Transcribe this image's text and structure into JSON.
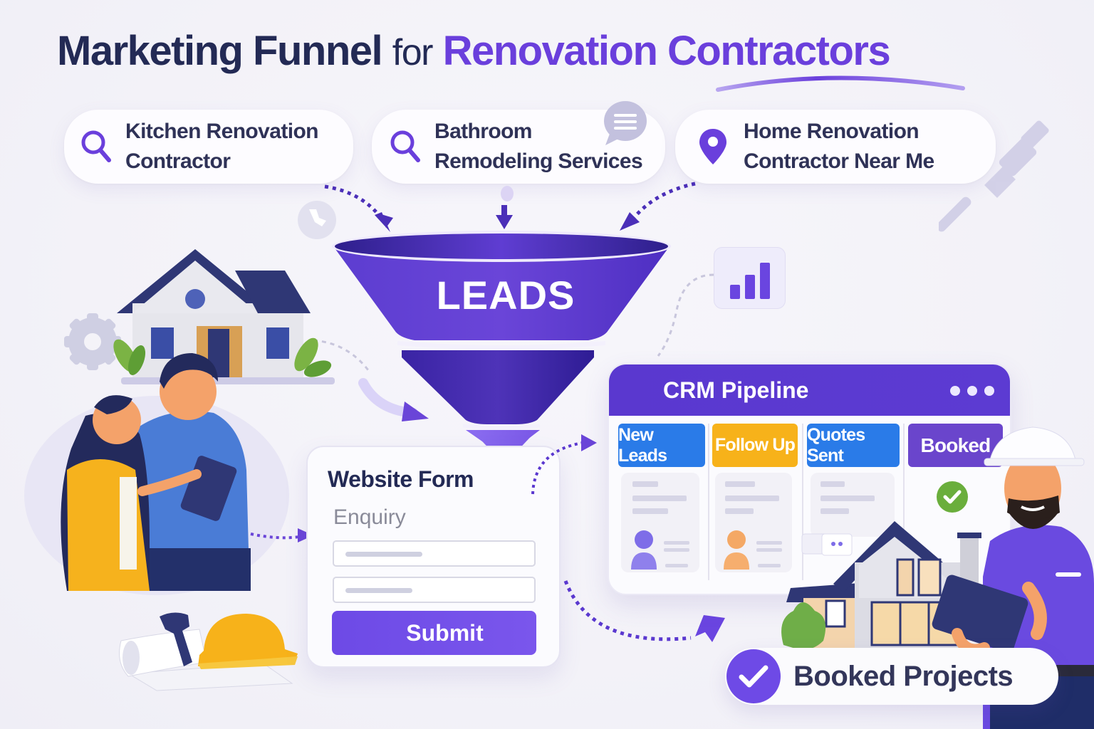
{
  "title": {
    "part1": "Marketing Funnel",
    "part2": "for",
    "part3": "Renovation Contractors"
  },
  "search_queries": [
    {
      "icon": "search-icon",
      "line1": "Kitchen Renovation",
      "line2": "Contractor"
    },
    {
      "icon": "search-icon",
      "line1": "Bathroom",
      "line2": "Remodeling Services"
    },
    {
      "icon": "location-pin-icon",
      "line1": "Home Renovation",
      "line2": "Contractor Near Me"
    }
  ],
  "funnel": {
    "label": "LEADS"
  },
  "website_form": {
    "title": "Website Form",
    "field_label": "Enquiry",
    "submit_label": "Submit"
  },
  "crm": {
    "title": "CRM Pipeline",
    "columns": [
      {
        "label": "New Leads",
        "color": "#2a7be8"
      },
      {
        "label": "Follow Up",
        "color": "#f7b21a"
      },
      {
        "label": "Quotes Sent",
        "color": "#2a7be8"
      },
      {
        "label": "Booked",
        "color": "#6a45cc"
      }
    ]
  },
  "outcome": {
    "label": "Booked Projects"
  },
  "colors": {
    "accent": "#6a3fdc",
    "dark_text": "#232a55",
    "funnel_top": "#5b37d0",
    "funnel_mid": "#3b23a0",
    "funnel_tip": "#8763ee",
    "success_green": "#6aae3c"
  }
}
